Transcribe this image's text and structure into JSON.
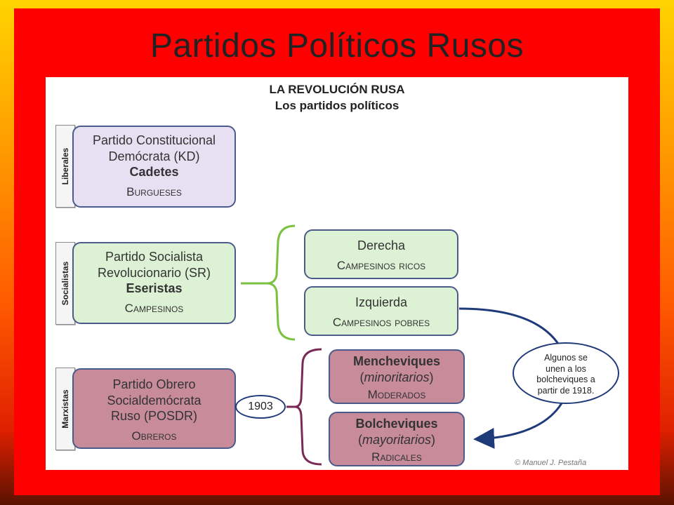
{
  "slide": {
    "title": "Partidos Políticos Rusos"
  },
  "diagram": {
    "title_line1": "LA REVOLUCIÓN RUSA",
    "title_line2": "Los partidos políticos",
    "categories": {
      "liberales": "Liberales",
      "socialistas": "Socialistas",
      "marxistas": "Marxistas"
    },
    "kd": {
      "line1": "Partido Constitucional",
      "line2": "Demócrata (KD)",
      "bold": "Cadetes",
      "social": "Burgueses"
    },
    "sr": {
      "line1": "Partido Socialista",
      "line2": "Revolucionario  (SR)",
      "bold": "Eseristas",
      "social": "Campesinos"
    },
    "derecha": {
      "name": "Derecha",
      "social": "Campesinos ricos"
    },
    "izquierda": {
      "name": "Izquierda",
      "social": "Campesinos pobres"
    },
    "posdr": {
      "line1": "Partido Obrero",
      "line2": "Socialdemócrata",
      "line3": "Ruso  (POSDR)",
      "social": "Obreros"
    },
    "mencheviques": {
      "bold": "Mencheviques",
      "open": "(",
      "italic": "minoritarios",
      "close": ")",
      "social": "Moderados"
    },
    "bolcheviques": {
      "bold": "Bolcheviques",
      "open": "(",
      "italic": "mayoritarios",
      "close": ")",
      "social": "Radicales"
    },
    "split_year": "1903",
    "note": {
      "line1": "Algunos se",
      "line2": "unen a los",
      "line3": "bolcheviques a",
      "line4": "partir de 1918."
    },
    "copyright": "© Manuel J. Pestaña"
  },
  "colors": {
    "slide_bg": "#ff0000",
    "liberal_box": "#e6e0f2",
    "socialist_box": "#ddf2d4",
    "marxist_box": "#c78b9a",
    "box_border": "#4a5a8a",
    "green_bracket": "#7cc242",
    "purple_bracket": "#7a2a55",
    "arrow": "#1f3a78"
  }
}
